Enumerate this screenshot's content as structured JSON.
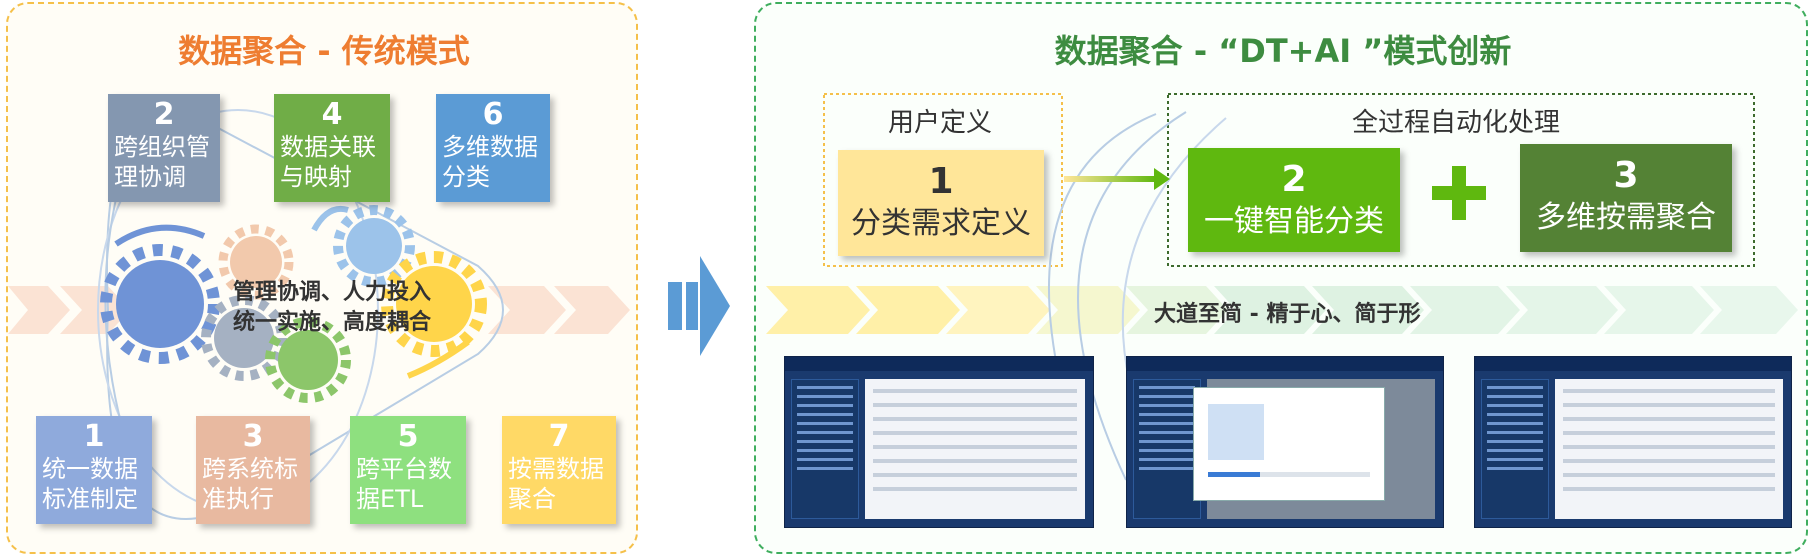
{
  "left": {
    "title": "数据聚合 - 传统模式",
    "gear_caption": "管理协调、人力投入\n统一实施、高度耦合",
    "boxes": [
      {
        "num": "2",
        "text": "跨组织管\n理协调",
        "color": "#8497b0"
      },
      {
        "num": "4",
        "text": "数据关联\n与映射",
        "color": "#70ad47"
      },
      {
        "num": "6",
        "text": "多维数据\n分类",
        "color": "#5b9bd5"
      },
      {
        "num": "1",
        "text": "统一数据\n标准制定",
        "color": "#8faadc"
      },
      {
        "num": "3",
        "text": "跨系统标\n准执行",
        "color": "#e8b9a0"
      },
      {
        "num": "5",
        "text": "跨平台数\n据ETL",
        "color": "#8ee07f"
      },
      {
        "num": "7",
        "text": "按需数据\n聚合",
        "color": "#ffd966"
      }
    ]
  },
  "right": {
    "title": "数据聚合 - “DT+AI ”模式创新",
    "user_label": "用户定义",
    "auto_label": "全过程自动化处理",
    "steps": [
      {
        "num": "1",
        "text": "分类需求定义",
        "color": "#ffe699",
        "text_color": "#333333"
      },
      {
        "num": "2",
        "text": "一键智能分类",
        "color": "#5fb80f",
        "text_color": "#ffffff"
      },
      {
        "num": "3",
        "text": "多维按需聚合",
        "color": "#548235",
        "text_color": "#ffffff"
      }
    ],
    "motto": "大道至简 - 精于心、简于形"
  },
  "colors": {
    "left_border": "#f5c04a",
    "right_border": "#3fae5e",
    "left_title": "#ee7d31",
    "right_title": "#3d8c40",
    "arrow": "#5b9bd5",
    "plus": "#5fb80f"
  }
}
